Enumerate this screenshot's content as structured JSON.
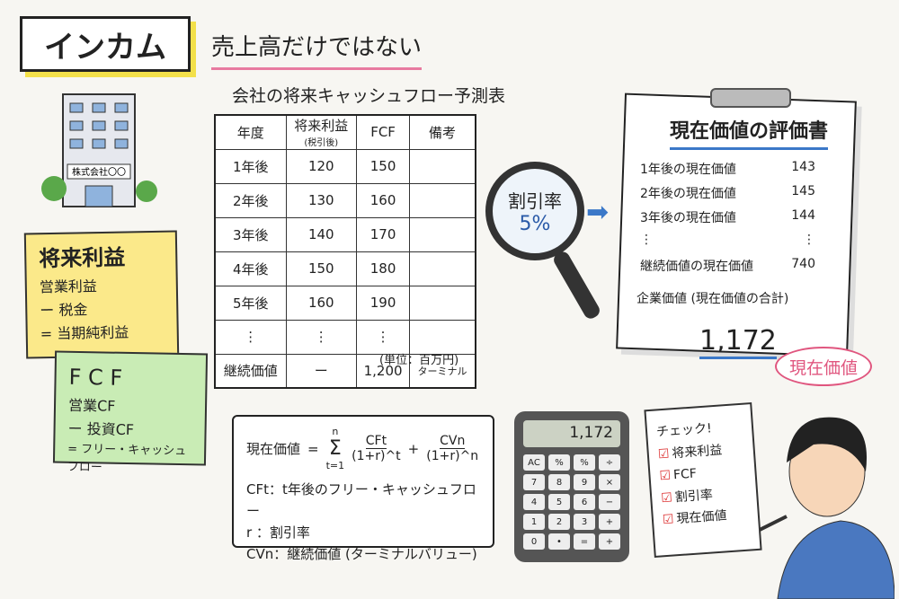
{
  "title": "インカム",
  "subtitle": "売上高だけではない",
  "building_sign": "株式会社〇〇",
  "sticky_profit": {
    "head": "将来利益",
    "lines": [
      "営業利益",
      "ー 税金",
      "= 当期純利益"
    ]
  },
  "sticky_fcf": {
    "head": "F C F",
    "lines": [
      "営業CF",
      "ー 投資CF",
      "= フリー・キャッシュフロー"
    ]
  },
  "table": {
    "title": "会社の将来キャッシュフロー予測表",
    "headers": [
      "年度",
      "将来利益",
      "(税引後)",
      "FCF",
      "備考"
    ],
    "rows": [
      [
        "1年後",
        "120",
        "150",
        ""
      ],
      [
        "2年後",
        "130",
        "160",
        ""
      ],
      [
        "3年後",
        "140",
        "170",
        ""
      ],
      [
        "4年後",
        "150",
        "180",
        ""
      ],
      [
        "5年後",
        "160",
        "190",
        ""
      ],
      [
        "⋮",
        "⋮",
        "⋮",
        ""
      ],
      [
        "継続価値",
        "ー",
        "1,200",
        "ターミナル"
      ]
    ],
    "unit": "(単位：百万円)"
  },
  "lens": {
    "label": "割引率",
    "rate": "5%"
  },
  "sheet": {
    "title": "現在価値の評価書",
    "items": [
      [
        "1年後の現在価値",
        "143"
      ],
      [
        "2年後の現在価値",
        "145"
      ],
      [
        "3年後の現在価値",
        "144"
      ],
      [
        "⋮",
        "⋮"
      ],
      [
        "継続価値の現在価値",
        "740"
      ]
    ],
    "total_label": "企業価値 (現在価値の合計)",
    "total": "1,172",
    "stamp": "現在価値"
  },
  "formula": {
    "lhs": "現在価値",
    "eq": "=",
    "sum_top": "n",
    "sum_sign": "Σ",
    "sum_bottom": "t=1",
    "f1_num": "CFt",
    "f1_den": "(1+r)^t",
    "plus": "+",
    "f2_num": "CVn",
    "f2_den": "(1+r)^n",
    "defs": [
      "CFt：t年後のフリー・キャッシュフロー",
      "r ：割引率",
      "CVn：継続価値 (ターミナルバリュー)"
    ]
  },
  "calculator": {
    "display": "1,172",
    "keys": [
      "AC",
      "%",
      "%",
      "÷",
      "7",
      "8",
      "9",
      "×",
      "4",
      "5",
      "6",
      "−",
      "1",
      "2",
      "3",
      "+",
      "0",
      "•",
      "=",
      "+"
    ]
  },
  "checklist": {
    "title": "チェック!",
    "items": [
      "将来利益",
      "FCF",
      "割引率",
      "現在価値"
    ]
  },
  "colors": {
    "accent_blue": "#3b78c8",
    "pink": "#e0567f",
    "yellow": "#fbe98a",
    "green": "#c9ecb5"
  }
}
